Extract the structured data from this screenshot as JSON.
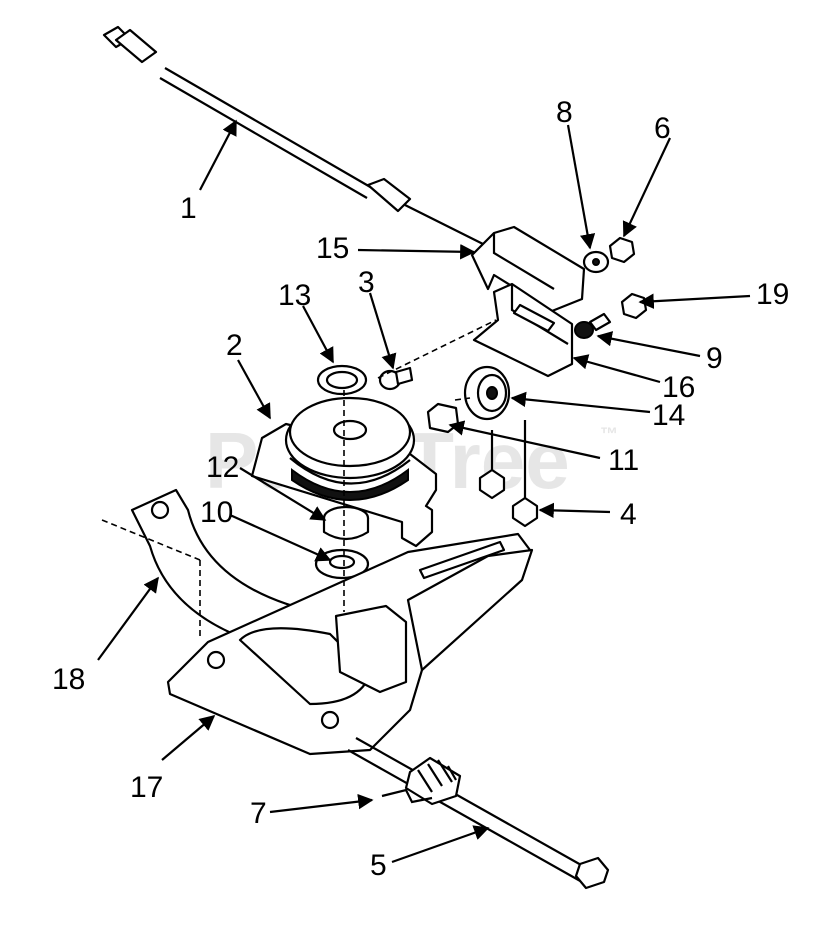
{
  "watermark": "PartsTree",
  "watermark_tm": "™",
  "callouts": [
    "1",
    "2",
    "3",
    "4",
    "5",
    "6",
    "7",
    "8",
    "9",
    "10",
    "11",
    "12",
    "13",
    "14",
    "15",
    "16",
    "17",
    "18",
    "19"
  ]
}
